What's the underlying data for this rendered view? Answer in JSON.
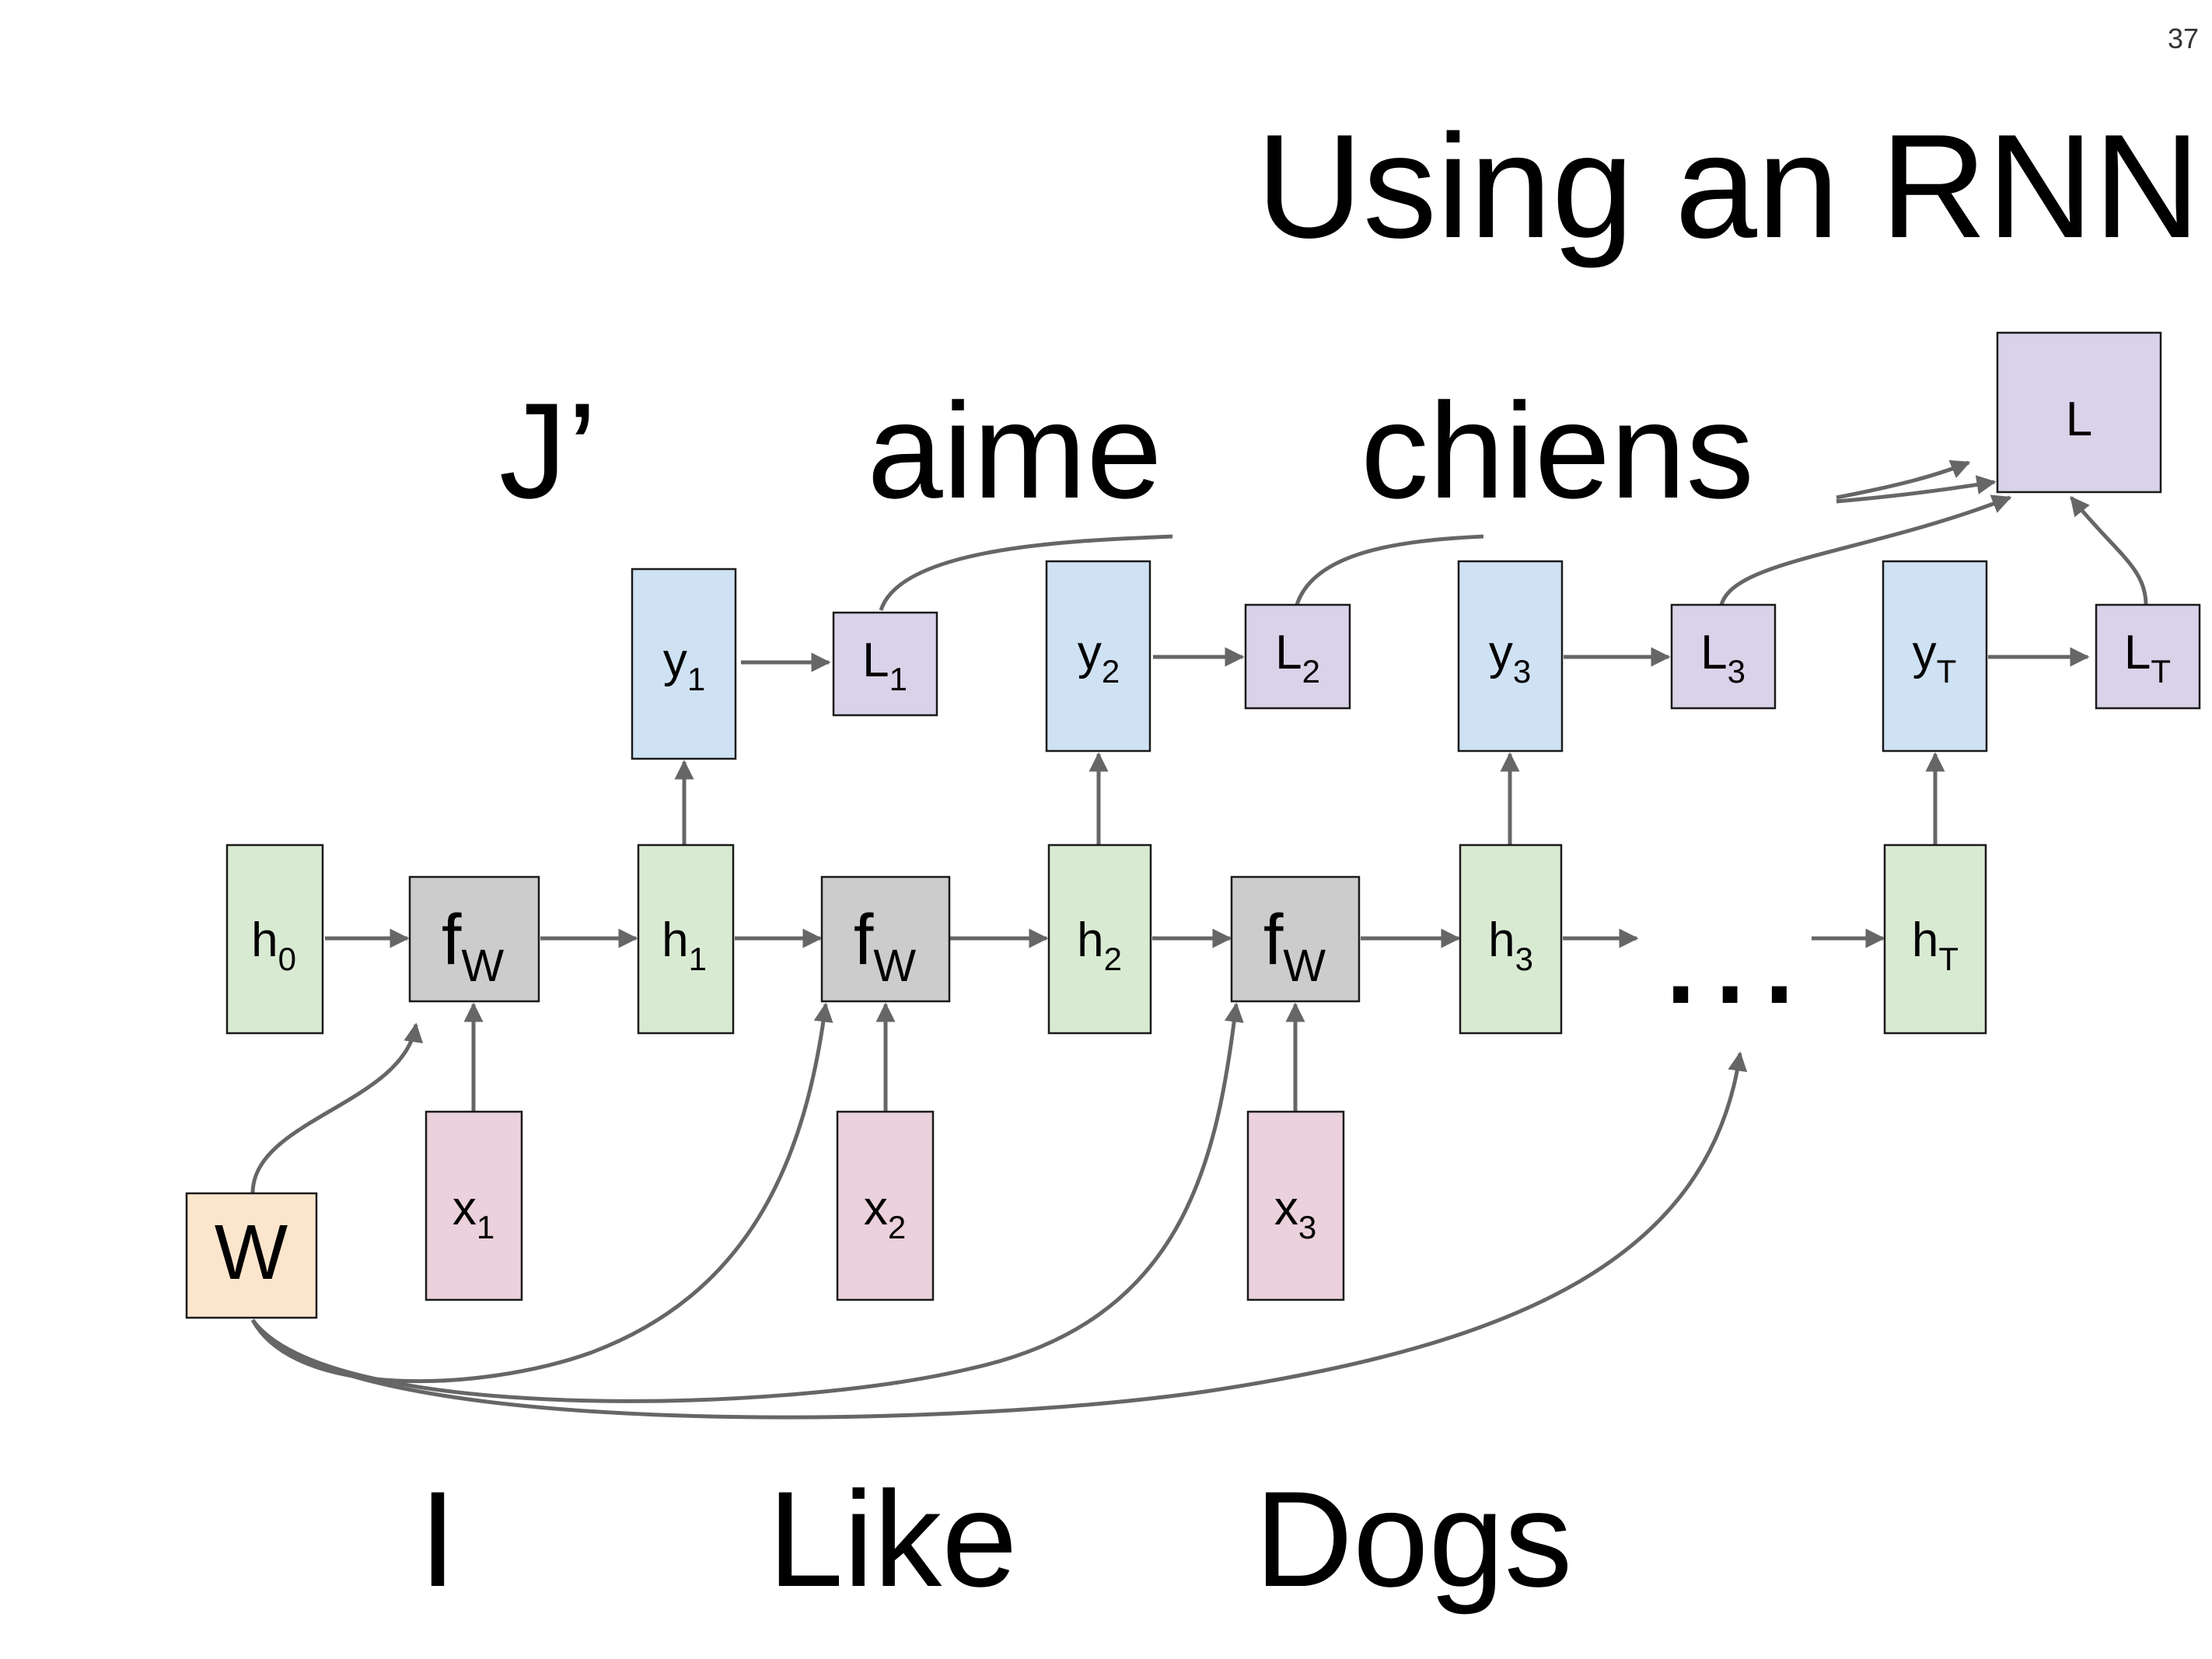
{
  "page_number": "37",
  "title": "Using an RNN",
  "output_words": [
    "J’",
    "aime",
    "chiens"
  ],
  "input_words": [
    "I",
    "Like",
    "Dogs"
  ],
  "ellipsis": "…",
  "colors": {
    "hidden": "#d9ead3",
    "output": "#cfe2f3",
    "loss": "#d9d2e9",
    "input": "#ead1dc",
    "function": "#cccccc",
    "weight": "#fce5cd",
    "arrow": "#666666"
  },
  "nodes": {
    "h0": {
      "base": "h",
      "sub": "0"
    },
    "h1": {
      "base": "h",
      "sub": "1"
    },
    "h2": {
      "base": "h",
      "sub": "2"
    },
    "h3": {
      "base": "h",
      "sub": "3"
    },
    "hT": {
      "base": "h",
      "sub": "T"
    },
    "f1": {
      "base": "f",
      "sub": "W"
    },
    "f2": {
      "base": "f",
      "sub": "W"
    },
    "f3": {
      "base": "f",
      "sub": "W"
    },
    "x1": {
      "base": "x",
      "sub": "1"
    },
    "x2": {
      "base": "x",
      "sub": "2"
    },
    "x3": {
      "base": "x",
      "sub": "3"
    },
    "y1": {
      "base": "y",
      "sub": "1"
    },
    "y2": {
      "base": "y",
      "sub": "2"
    },
    "y3": {
      "base": "y",
      "sub": "3"
    },
    "yT": {
      "base": "y",
      "sub": "T"
    },
    "L1": {
      "base": "L",
      "sub": "1"
    },
    "L2": {
      "base": "L",
      "sub": "2"
    },
    "L3": {
      "base": "L",
      "sub": "3"
    },
    "LT": {
      "base": "L",
      "sub": "T"
    },
    "L": {
      "base": "L",
      "sub": ""
    },
    "W": {
      "base": "W",
      "sub": ""
    }
  }
}
